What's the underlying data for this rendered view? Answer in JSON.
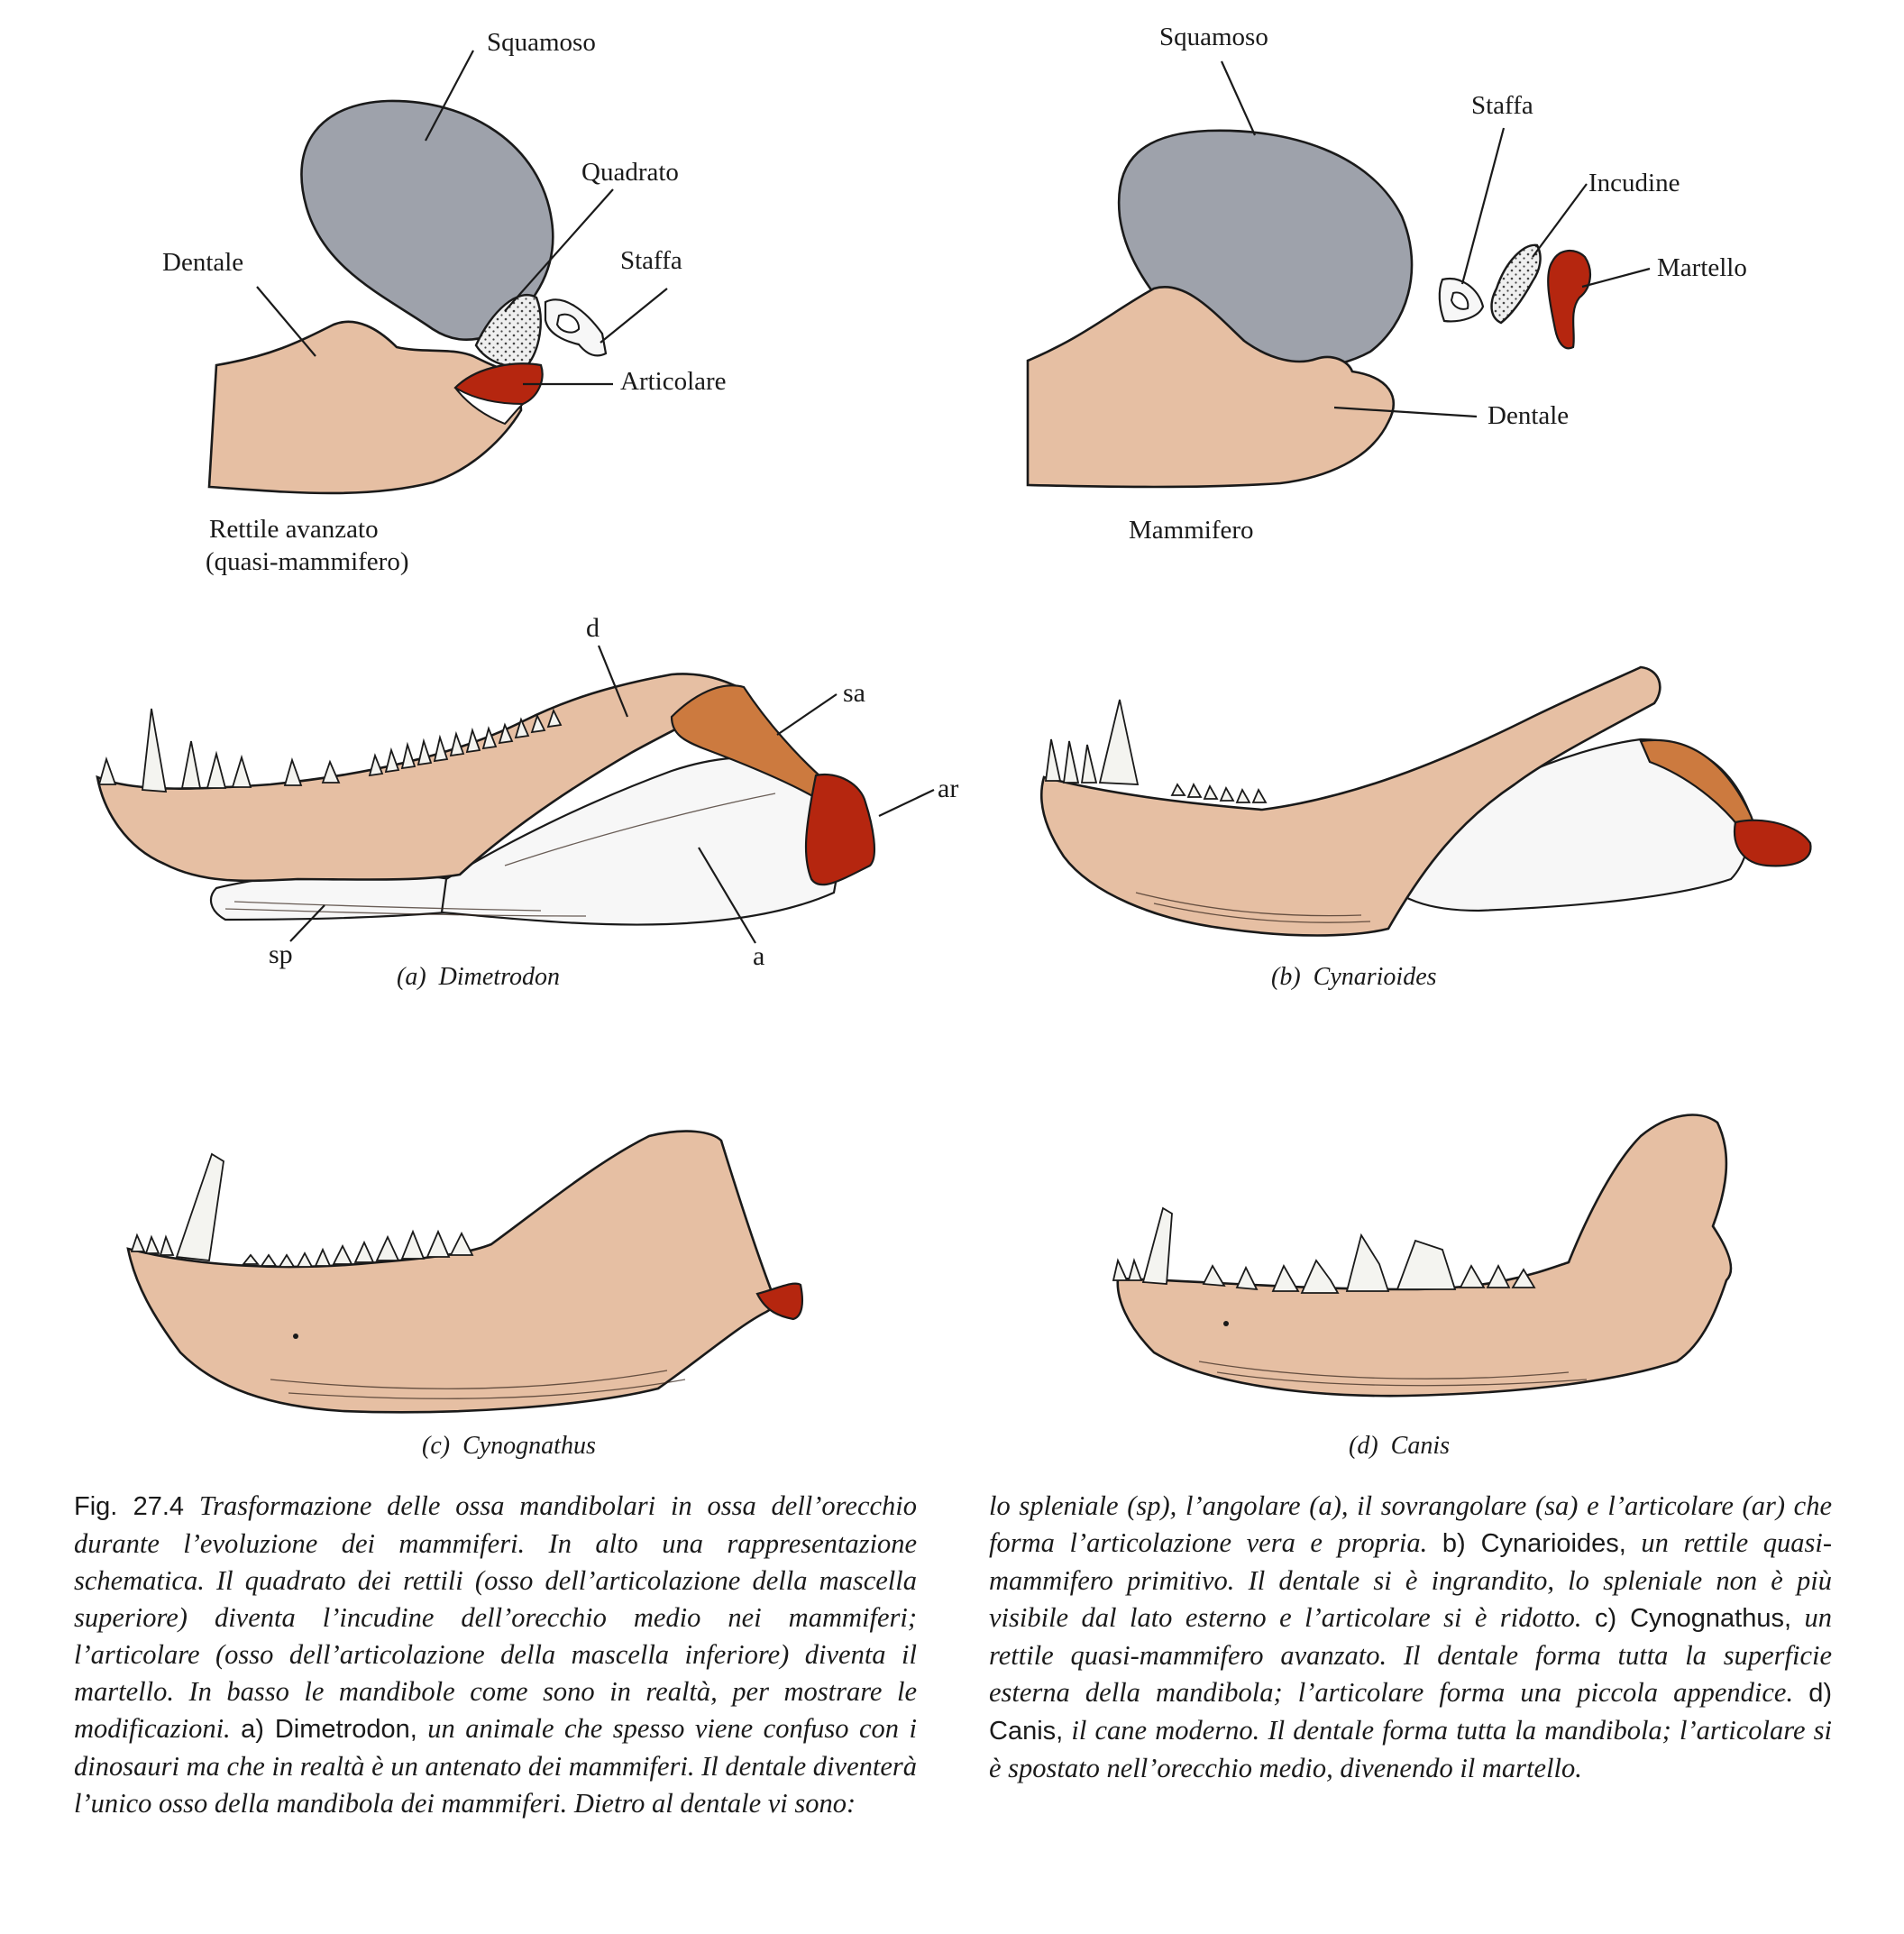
{
  "top_left": {
    "squamoso": "Squamoso",
    "quadrato": "Quadrato",
    "dentale": "Dentale",
    "staffa": "Staffa",
    "articolare": "Articolare",
    "subtitle_line1": "Rettile avanzato",
    "subtitle_line2": "(quasi-mammifero)"
  },
  "top_right": {
    "squamoso": "Squamoso",
    "staffa": "Staffa",
    "incudine": "Incudine",
    "martello": "Martello",
    "dentale": "Dentale",
    "subtitle": "Mammifero"
  },
  "panel_a": {
    "d": "d",
    "sa": "sa",
    "ar": "ar",
    "sp": "sp",
    "a": "a",
    "letter": "(a)",
    "name": "Dimetrodon"
  },
  "panel_b": {
    "letter": "(b)",
    "name": "Cynarioides"
  },
  "panel_c": {
    "letter": "(c)",
    "name": "Cynognathus"
  },
  "panel_d": {
    "letter": "(d)",
    "name": "Canis"
  },
  "caption": {
    "fig_num": "Fig. 27.4",
    "col1_p1": "Trasformazione delle ossa mandibolari in ossa dell’orecchio durante l’evoluzione dei mammiferi. In alto una rappresentazione schematica. Il quadrato dei rettili (osso dell’articolazione della mascella superiore) diventa l’incudine dell’orecchio medio nei mammiferi; l’articolare (osso dell’articolazione della mascella inferiore) diventa il martello. In basso le mandibole come sono in realtà, per mostrare le modificazioni.",
    "a_tag": "a) Dimetrodon,",
    "col1_p2": "un animale che spesso viene confuso con i dinosauri ma che in realtà è un antenato dei mammiferi. Il dentale diventerà l’unico osso della mandibola dei mammiferi. Dietro al dentale vi sono:",
    "col2_p1": "lo spleniale (sp), l’angolare (a), il sovrangolare (sa) e l’articolare (ar) che forma l’articolazione vera e propria.",
    "b_tag": "b) Cynarioides,",
    "col2_p2": "un rettile quasi-mammifero primitivo. Il dentale si è ingrandito, lo spleniale non è più visibile dal lato esterno e l’articolare si è ridotto.",
    "c_tag": "c) Cynognathus,",
    "col2_p3": "un rettile quasi-mammifero avanzato. Il dentale forma tutta la superficie esterna della mandibola; l’articolare forma una piccola appendice.",
    "d_tag": "d) Canis,",
    "col2_p4": "il cane moderno. Il dentale forma tutta la mandibola; l’articolare si è spostato nell’orecchio medio, divenendo il martello."
  },
  "colors": {
    "dentale": "#e6bfa3",
    "squamoso": "#9ea2ab",
    "articolare": "#b5260f",
    "sovrangolare": "#cc7a3f",
    "angolare": "#f7f7f7"
  }
}
